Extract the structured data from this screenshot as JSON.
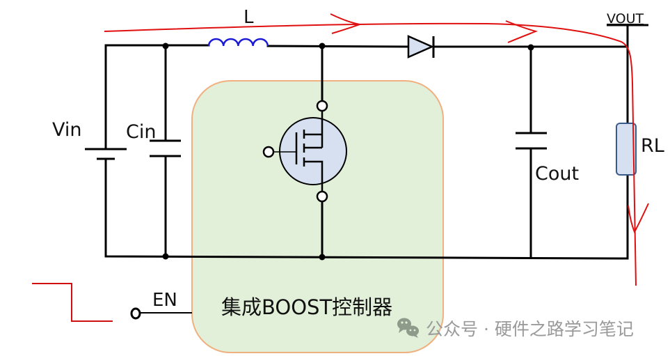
{
  "diagram": {
    "title": "Boost converter with integrated BOOST controller",
    "colors": {
      "wire": "#000000",
      "inductor": "#1a1ad6",
      "component_fill": "#d6e0f0",
      "component_stroke": "#3b5a8c",
      "controller_fill": "#e2efd9",
      "controller_stroke": "#f0b080",
      "current_path": "#e01010",
      "watermark": "#9a9a9a"
    },
    "labels": {
      "inductor": "L",
      "vin": "Vin",
      "cin": "Cin",
      "cout": "Cout",
      "rl": "RL",
      "vout": "VOUT",
      "en": "EN",
      "controller": "集成BOOST控制器"
    },
    "components": [
      {
        "id": "vin",
        "type": "battery",
        "label": "Vin"
      },
      {
        "id": "cin",
        "type": "capacitor",
        "label": "Cin"
      },
      {
        "id": "inductor",
        "type": "inductor",
        "label": "L"
      },
      {
        "id": "mosfet",
        "type": "n-mosfet",
        "label": ""
      },
      {
        "id": "diode",
        "type": "diode",
        "label": ""
      },
      {
        "id": "cout",
        "type": "capacitor",
        "label": "Cout"
      },
      {
        "id": "rl",
        "type": "resistor",
        "label": "RL"
      },
      {
        "id": "controller",
        "type": "ic-block",
        "label": "集成BOOST控制器"
      },
      {
        "id": "en",
        "type": "input-pin",
        "label": "EN"
      }
    ],
    "annotations": {
      "current_path": "Red arrows: current flows from input through L and diode to VOUT, then down through RL",
      "enable_signal": "Red step waveform at EN input"
    },
    "watermark": {
      "icon": "wechat-icon",
      "text": "公众号 · 硬件之路学习笔记"
    }
  }
}
